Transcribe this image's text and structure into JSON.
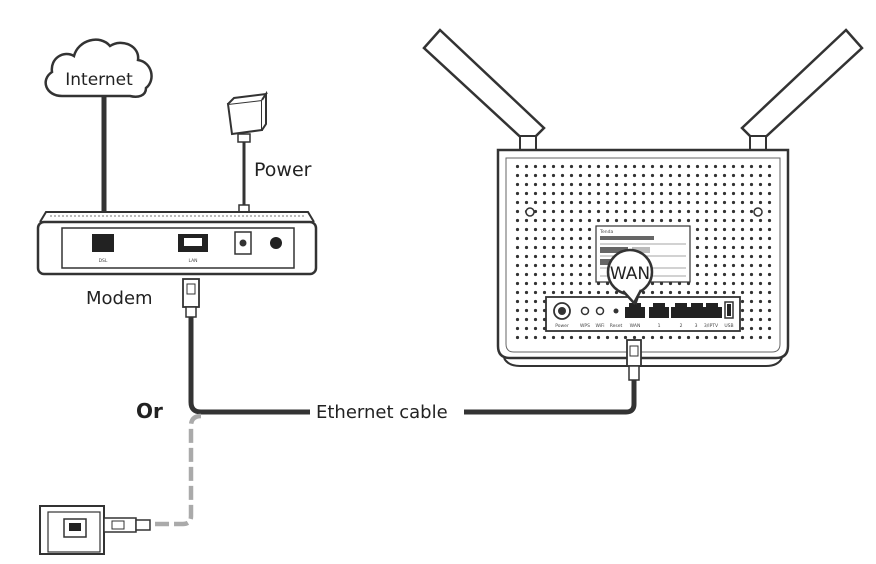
{
  "labels": {
    "internet": "Internet",
    "power": "Power",
    "modem": "Modem",
    "or": "Or",
    "ethernet_cable": "Ethernet cable",
    "wan_callout": "WAN"
  },
  "modem_ports": {
    "dsl": "DSL",
    "lan": "LAN"
  },
  "router_ports": {
    "power": "Power",
    "wps": "WPS",
    "wifi": "WiFi",
    "reset": "Reset",
    "wan": "WAN",
    "lan1": "1",
    "lan2": "2",
    "lan3": "3",
    "iptv": "3/IPTV",
    "usb": "USB"
  },
  "router_brand": "Tenda"
}
